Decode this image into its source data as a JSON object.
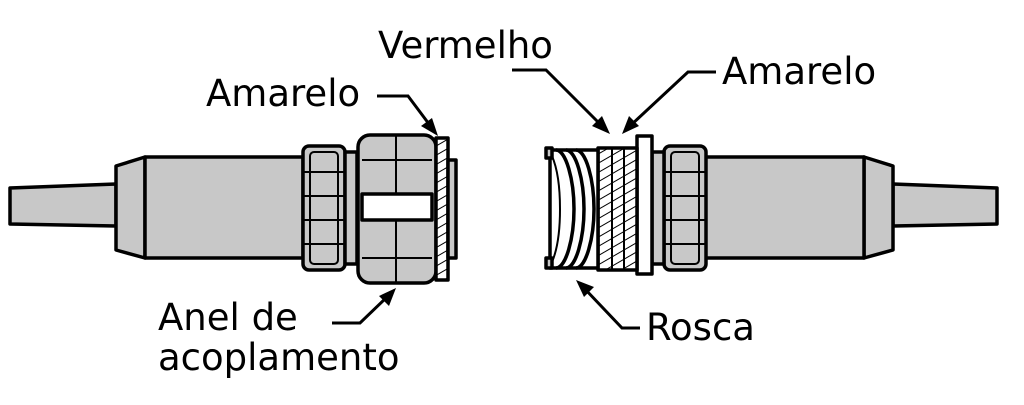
{
  "labels": {
    "amarelo_left": "Amarelo",
    "vermelho": "Vermelho",
    "amarelo_right": "Amarelo",
    "anel_line1": "Anel de",
    "anel_line2": "acoplamento",
    "rosca": "Rosca"
  },
  "colors": {
    "body_gray": "#c8c8c8",
    "outline": "#000000",
    "background": "#ffffff"
  }
}
